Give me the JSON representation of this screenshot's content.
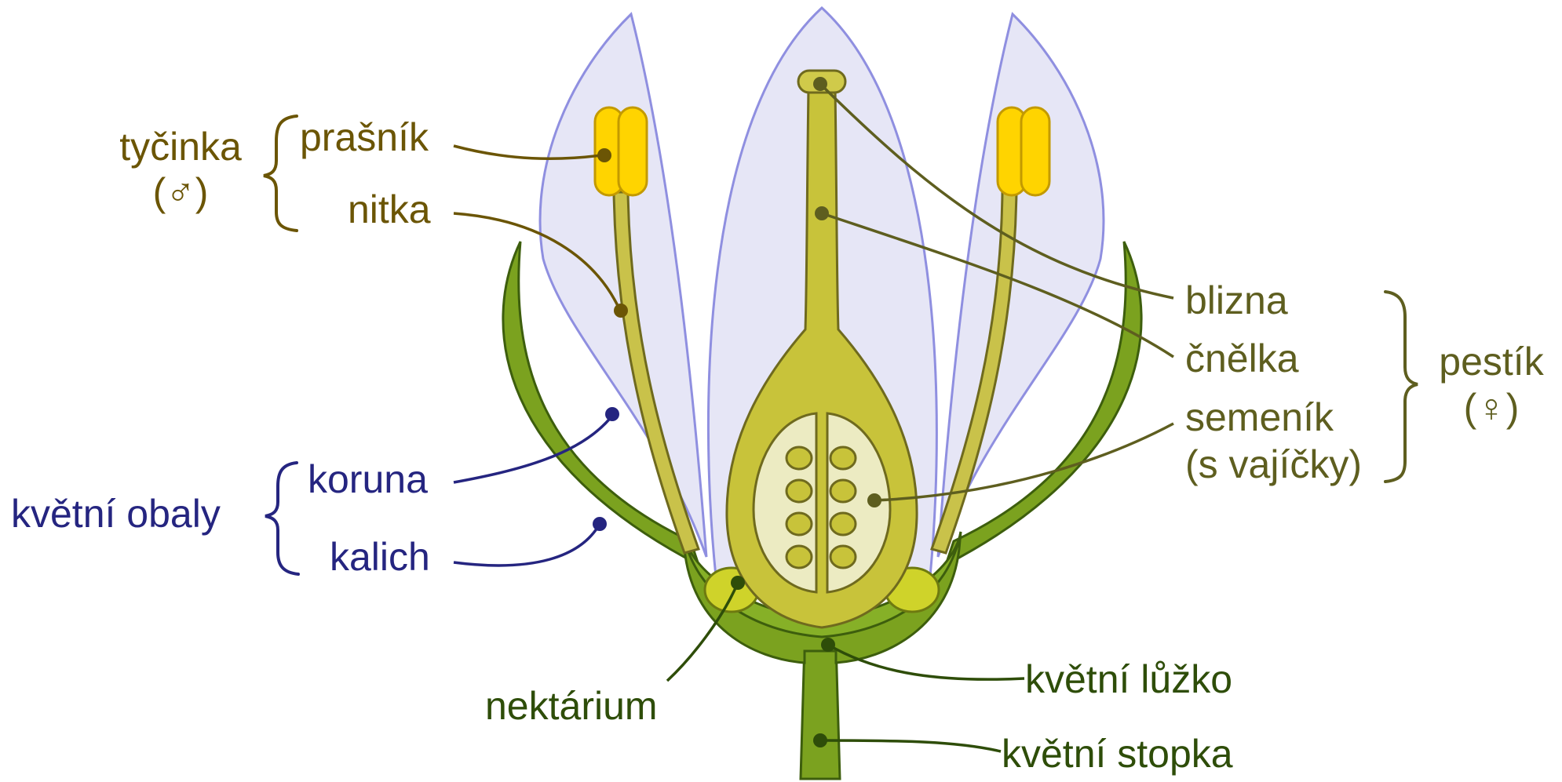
{
  "colors": {
    "stamen": "#6b5505",
    "pistil": "#5e5e1f",
    "perianth": "#252580",
    "stem": "#2e4d09",
    "petal_fill": "#e6e6f6",
    "petal_stroke": "#8f8fe0",
    "sepal_fill": "#7ba21f",
    "sepal_stroke": "#3d5e0d",
    "anther": "#ffd400",
    "anther_stroke": "#c39a00",
    "pistil_fill": "#c8c33a",
    "ovary_inner": "#ecebc2",
    "nectary": "#cfd32a",
    "filament": "#c9c24a"
  },
  "labels": {
    "tycinka": "tyčinka",
    "tycinka_symbol": "(♂)",
    "prasnik": "prašník",
    "nitka": "nitka",
    "kvetni_obaly": "květní obaly",
    "koruna": "koruna",
    "kalich": "kalich",
    "nektarium": "nektárium",
    "blizna": "blizna",
    "cnelka": "čnělka",
    "semenik_1": "semeník",
    "semenik_2": "(s vajíčky)",
    "pestik": "pestík",
    "pestik_symbol": "(♀)",
    "kvetni_luzko": "květní lůžko",
    "kvetni_stopka": "květní stopka"
  }
}
